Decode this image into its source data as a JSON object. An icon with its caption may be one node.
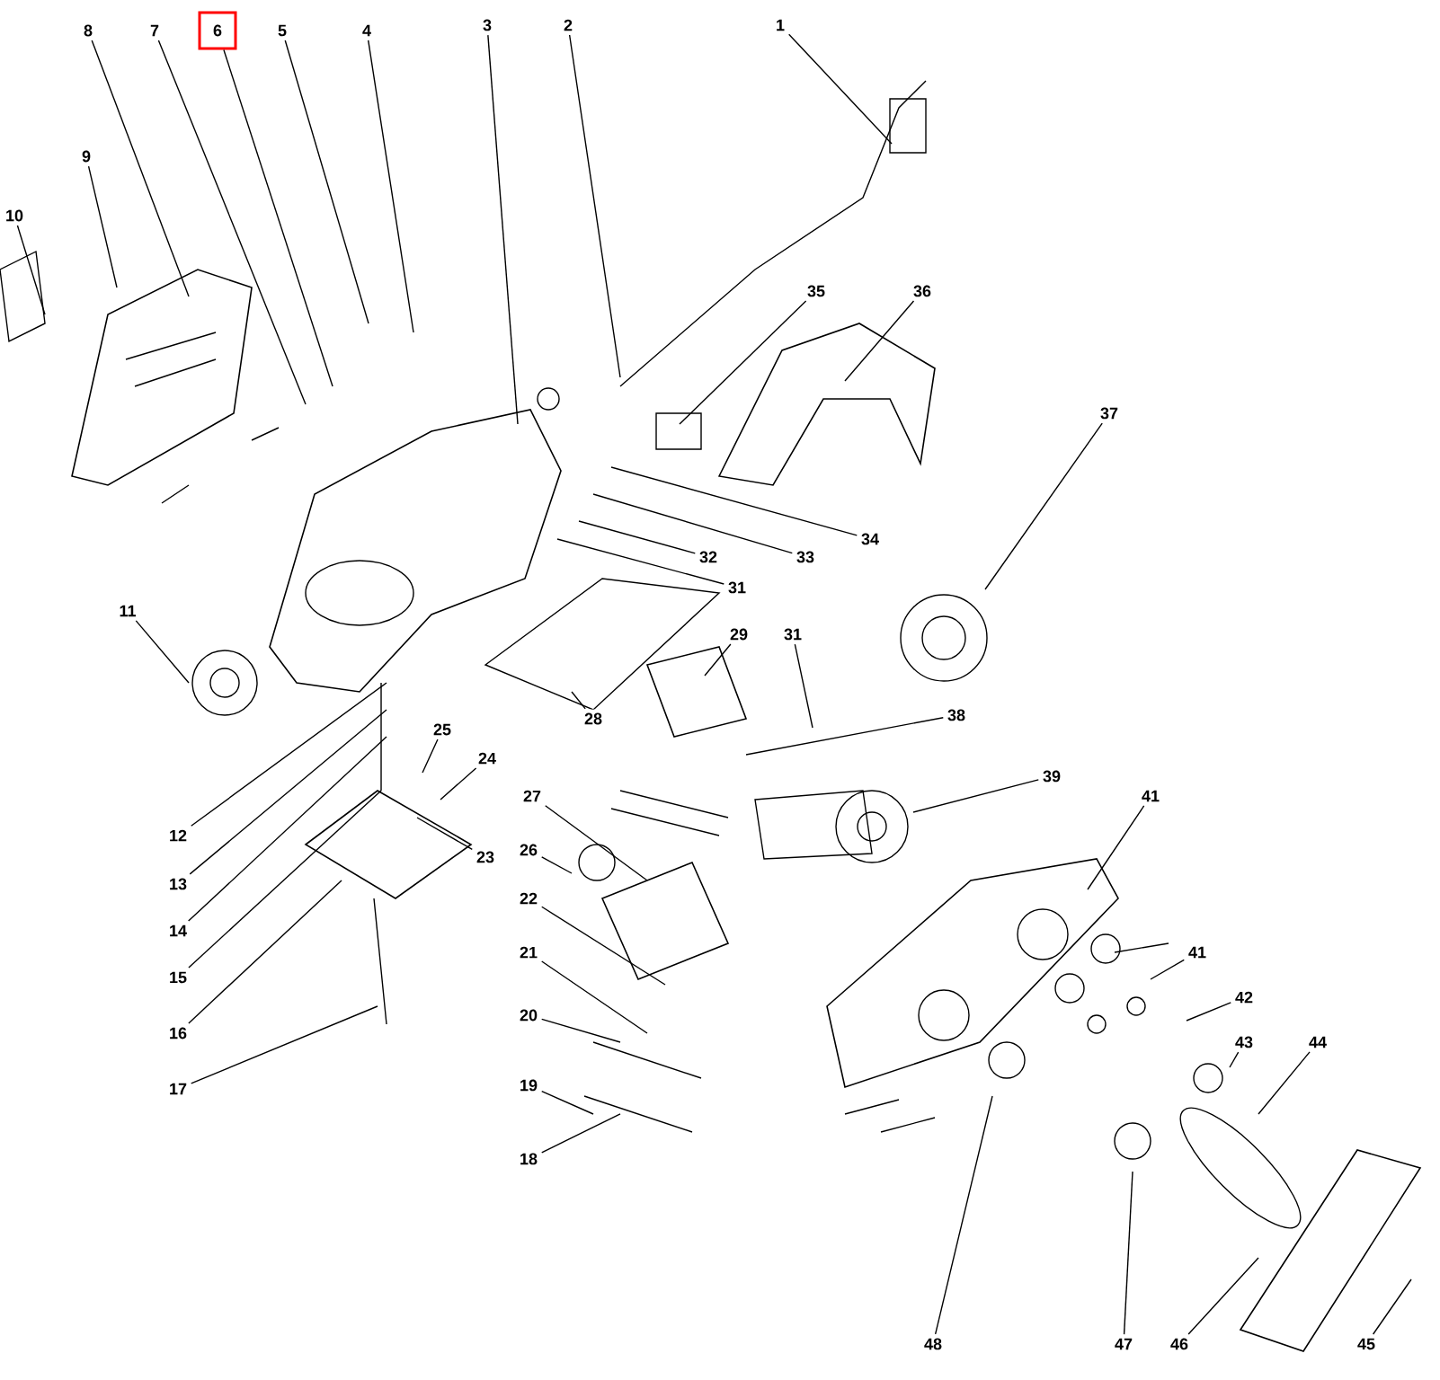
{
  "diagram": {
    "nodes": [
      {
        "text": [
          "8"
        ]
      },
      {
        "text": [
          "7"
        ]
      },
      {
        "text": [
          "6"
        ]
      },
      {
        "text": [
          "5"
        ]
      },
      {
        "text": [
          "4"
        ]
      },
      {
        "text": [
          "3"
        ]
      },
      {
        "text": [
          "2"
        ]
      },
      {
        "text": [
          "1"
        ]
      },
      {
        "text": [
          "9"
        ]
      },
      {
        "text": [
          "10"
        ]
      },
      {
        "text": [
          "35"
        ]
      },
      {
        "text": [
          "36"
        ]
      },
      {
        "text": [
          "37"
        ]
      },
      {
        "text": [
          "34"
        ]
      },
      {
        "text": [
          "33"
        ]
      },
      {
        "text": [
          "32"
        ]
      },
      {
        "text": [
          "31"
        ]
      },
      {
        "text": [
          "29"
        ]
      },
      {
        "text": [
          "31"
        ]
      },
      {
        "text": [
          "11"
        ]
      },
      {
        "text": [
          "38"
        ]
      },
      {
        "text": [
          "25"
        ]
      },
      {
        "text": [
          "39"
        ]
      },
      {
        "text": [
          "24"
        ]
      },
      {
        "text": [
          "41"
        ]
      },
      {
        "text": [
          "27"
        ]
      },
      {
        "text": [
          "12"
        ]
      },
      {
        "text": [
          "13"
        ]
      },
      {
        "text": [
          "23"
        ]
      },
      {
        "text": [
          "26"
        ]
      },
      {
        "text": [
          "14"
        ]
      },
      {
        "text": [
          "22"
        ]
      },
      {
        "text": [
          "15"
        ]
      },
      {
        "text": [
          "21"
        ]
      },
      {
        "text": [
          "41"
        ]
      },
      {
        "text": [
          "42"
        ]
      },
      {
        "text": [
          "20"
        ]
      },
      {
        "text": [
          "16"
        ]
      },
      {
        "text": [
          "43"
        ]
      },
      {
        "text": [
          "44"
        ]
      },
      {
        "text": [
          "19"
        ]
      },
      {
        "text": [
          "17"
        ]
      },
      {
        "text": [
          "18"
        ]
      },
      {
        "text": [
          "48"
        ]
      },
      {
        "text": [
          "47"
        ]
      },
      {
        "text": [
          "46"
        ]
      },
      {
        "text": [
          "45"
        ]
      },
      {
        "text": [
          "28"
        ]
      }
    ],
    "edges": [
      {
        "from": 0,
        "to": null,
        "arrow": "none"
      },
      {
        "from": 1,
        "to": null,
        "arrow": "none"
      },
      {
        "from": 2,
        "to": null,
        "arrow": "none"
      },
      {
        "from": 3,
        "to": null,
        "arrow": "none"
      },
      {
        "from": 4,
        "to": null,
        "arrow": "none"
      },
      {
        "from": 5,
        "to": null,
        "arrow": "none"
      },
      {
        "from": 6,
        "to": null,
        "arrow": "none"
      },
      {
        "from": 7,
        "to": null,
        "arrow": "none"
      },
      {
        "from": 8,
        "to": null,
        "arrow": "none"
      },
      {
        "from": 9,
        "to": null,
        "arrow": "none"
      },
      {
        "from": 10,
        "to": null,
        "arrow": "none"
      },
      {
        "from": 11,
        "to": null,
        "arrow": "none"
      },
      {
        "from": 12,
        "to": null,
        "arrow": "none"
      },
      {
        "from": 13,
        "to": null,
        "arrow": "none"
      },
      {
        "from": 14,
        "to": null,
        "arrow": "none"
      },
      {
        "from": 15,
        "to": null,
        "arrow": "none"
      },
      {
        "from": 16,
        "to": null,
        "arrow": "none"
      },
      {
        "from": 17,
        "to": null,
        "arrow": "none"
      },
      {
        "from": 18,
        "to": null,
        "arrow": "none"
      },
      {
        "from": 19,
        "to": null,
        "arrow": "none"
      },
      {
        "from": 20,
        "to": null,
        "arrow": "none"
      },
      {
        "from": 21,
        "to": null,
        "arrow": "none"
      },
      {
        "from": 22,
        "to": null,
        "arrow": "none"
      },
      {
        "from": 23,
        "to": null,
        "arrow": "none"
      },
      {
        "from": 24,
        "to": null,
        "arrow": "none"
      },
      {
        "from": 25,
        "to": null,
        "arrow": "none"
      },
      {
        "from": 26,
        "to": null,
        "arrow": "none"
      },
      {
        "from": 27,
        "to": null,
        "arrow": "none"
      },
      {
        "from": 28,
        "to": null,
        "arrow": "none"
      },
      {
        "from": 29,
        "to": null,
        "arrow": "none"
      },
      {
        "from": 30,
        "to": null,
        "arrow": "none"
      },
      {
        "from": 31,
        "to": null,
        "arrow": "none"
      },
      {
        "from": 32,
        "to": null,
        "arrow": "none"
      },
      {
        "from": 33,
        "to": null,
        "arrow": "none"
      },
      {
        "from": 34,
        "to": null,
        "arrow": "none"
      },
      {
        "from": 35,
        "to": null,
        "arrow": "none"
      },
      {
        "from": 36,
        "to": null,
        "arrow": "none"
      },
      {
        "from": 37,
        "to": null,
        "arrow": "none"
      },
      {
        "from": 38,
        "to": null,
        "arrow": "none"
      },
      {
        "from": 39,
        "to": null,
        "arrow": "none"
      },
      {
        "from": 40,
        "to": null,
        "arrow": "none"
      },
      {
        "from": 41,
        "to": null,
        "arrow": "none"
      },
      {
        "from": 42,
        "to": null,
        "arrow": "none"
      },
      {
        "from": 43,
        "to": null,
        "arrow": "none"
      },
      {
        "from": 44,
        "to": null,
        "arrow": "none"
      },
      {
        "from": 45,
        "to": null,
        "arrow": "none"
      },
      {
        "from": 46,
        "to": null,
        "arrow": "none"
      },
      {
        "from": 47,
        "to": null,
        "arrow": "none"
      }
    ]
  }
}
